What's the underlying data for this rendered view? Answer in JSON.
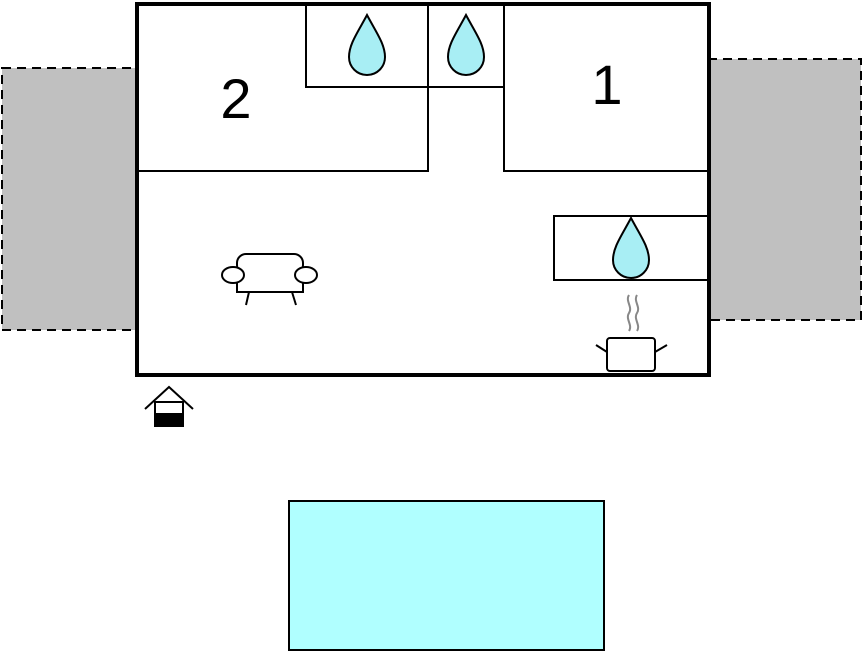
{
  "floorplan": {
    "rooms": [
      {
        "id": "bedroom-2",
        "label": "2"
      },
      {
        "id": "bedroom-1",
        "label": "1"
      }
    ],
    "icons": [
      "water-drop-icon",
      "sofa-icon",
      "cooking-pot-icon",
      "entrance-icon"
    ],
    "features": [
      "terrace-left",
      "terrace-right",
      "swimming-pool"
    ]
  },
  "colors": {
    "wall": "#000000",
    "floor": "#ffffff",
    "terrace": "#c0c0c0",
    "water": "#a8eef4",
    "pool": "#b0ffff"
  }
}
